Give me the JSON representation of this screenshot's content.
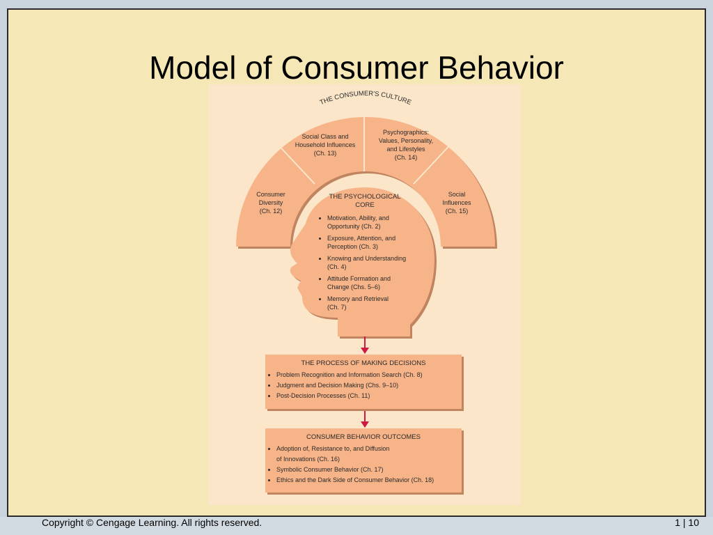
{
  "slide": {
    "title": "Model of Consumer Behavior",
    "copyright": "Copyright © Cengage Learning. All rights reserved.",
    "page": "1 | 10"
  },
  "diagram": {
    "culture_arc_label": "THE CONSUMER'S CULTURE",
    "segments": [
      "Consumer\nDiversity\n(Ch. 12)",
      "Social Class and\nHousehold Influences\n(Ch. 13)",
      "Psychographics:\nValues, Personality,\nand Lifestyles\n(Ch. 14)",
      "Social\nInfluences\n(Ch. 15)"
    ],
    "core": {
      "title": "THE PSYCHOLOGICAL\nCORE",
      "items": [
        "Motivation, Ability, and\nOpportunity (Ch. 2)",
        "Exposure, Attention, and\nPerception (Ch. 3)",
        "Knowing and Understanding\n(Ch. 4)",
        "Attitude Formation and\nChange (Chs. 5–6)",
        "Memory and Retrieval\n(Ch. 7)"
      ]
    },
    "decisions": {
      "title": "THE PROCESS OF MAKING DECISIONS",
      "items": [
        "Problem Recognition and Information Search (Ch. 8)",
        "Judgment and Decision Making (Chs. 9–10)",
        "Post-Decision Processes (Ch. 11)"
      ]
    },
    "outcomes": {
      "title": "CONSUMER BEHAVIOR OUTCOMES",
      "items": [
        "Adoption of, Resistance to, and Diffusion\nof Innovations (Ch. 16)",
        "Symbolic Consumer Behavior (Ch. 17)",
        "Ethics and the Dark Side of Consumer Behavior (Ch. 18)"
      ]
    },
    "colors": {
      "fill": "#f7b489",
      "shadow": "#c08460",
      "arrow": "#d0173f",
      "panel": "#fbe6c9"
    }
  }
}
